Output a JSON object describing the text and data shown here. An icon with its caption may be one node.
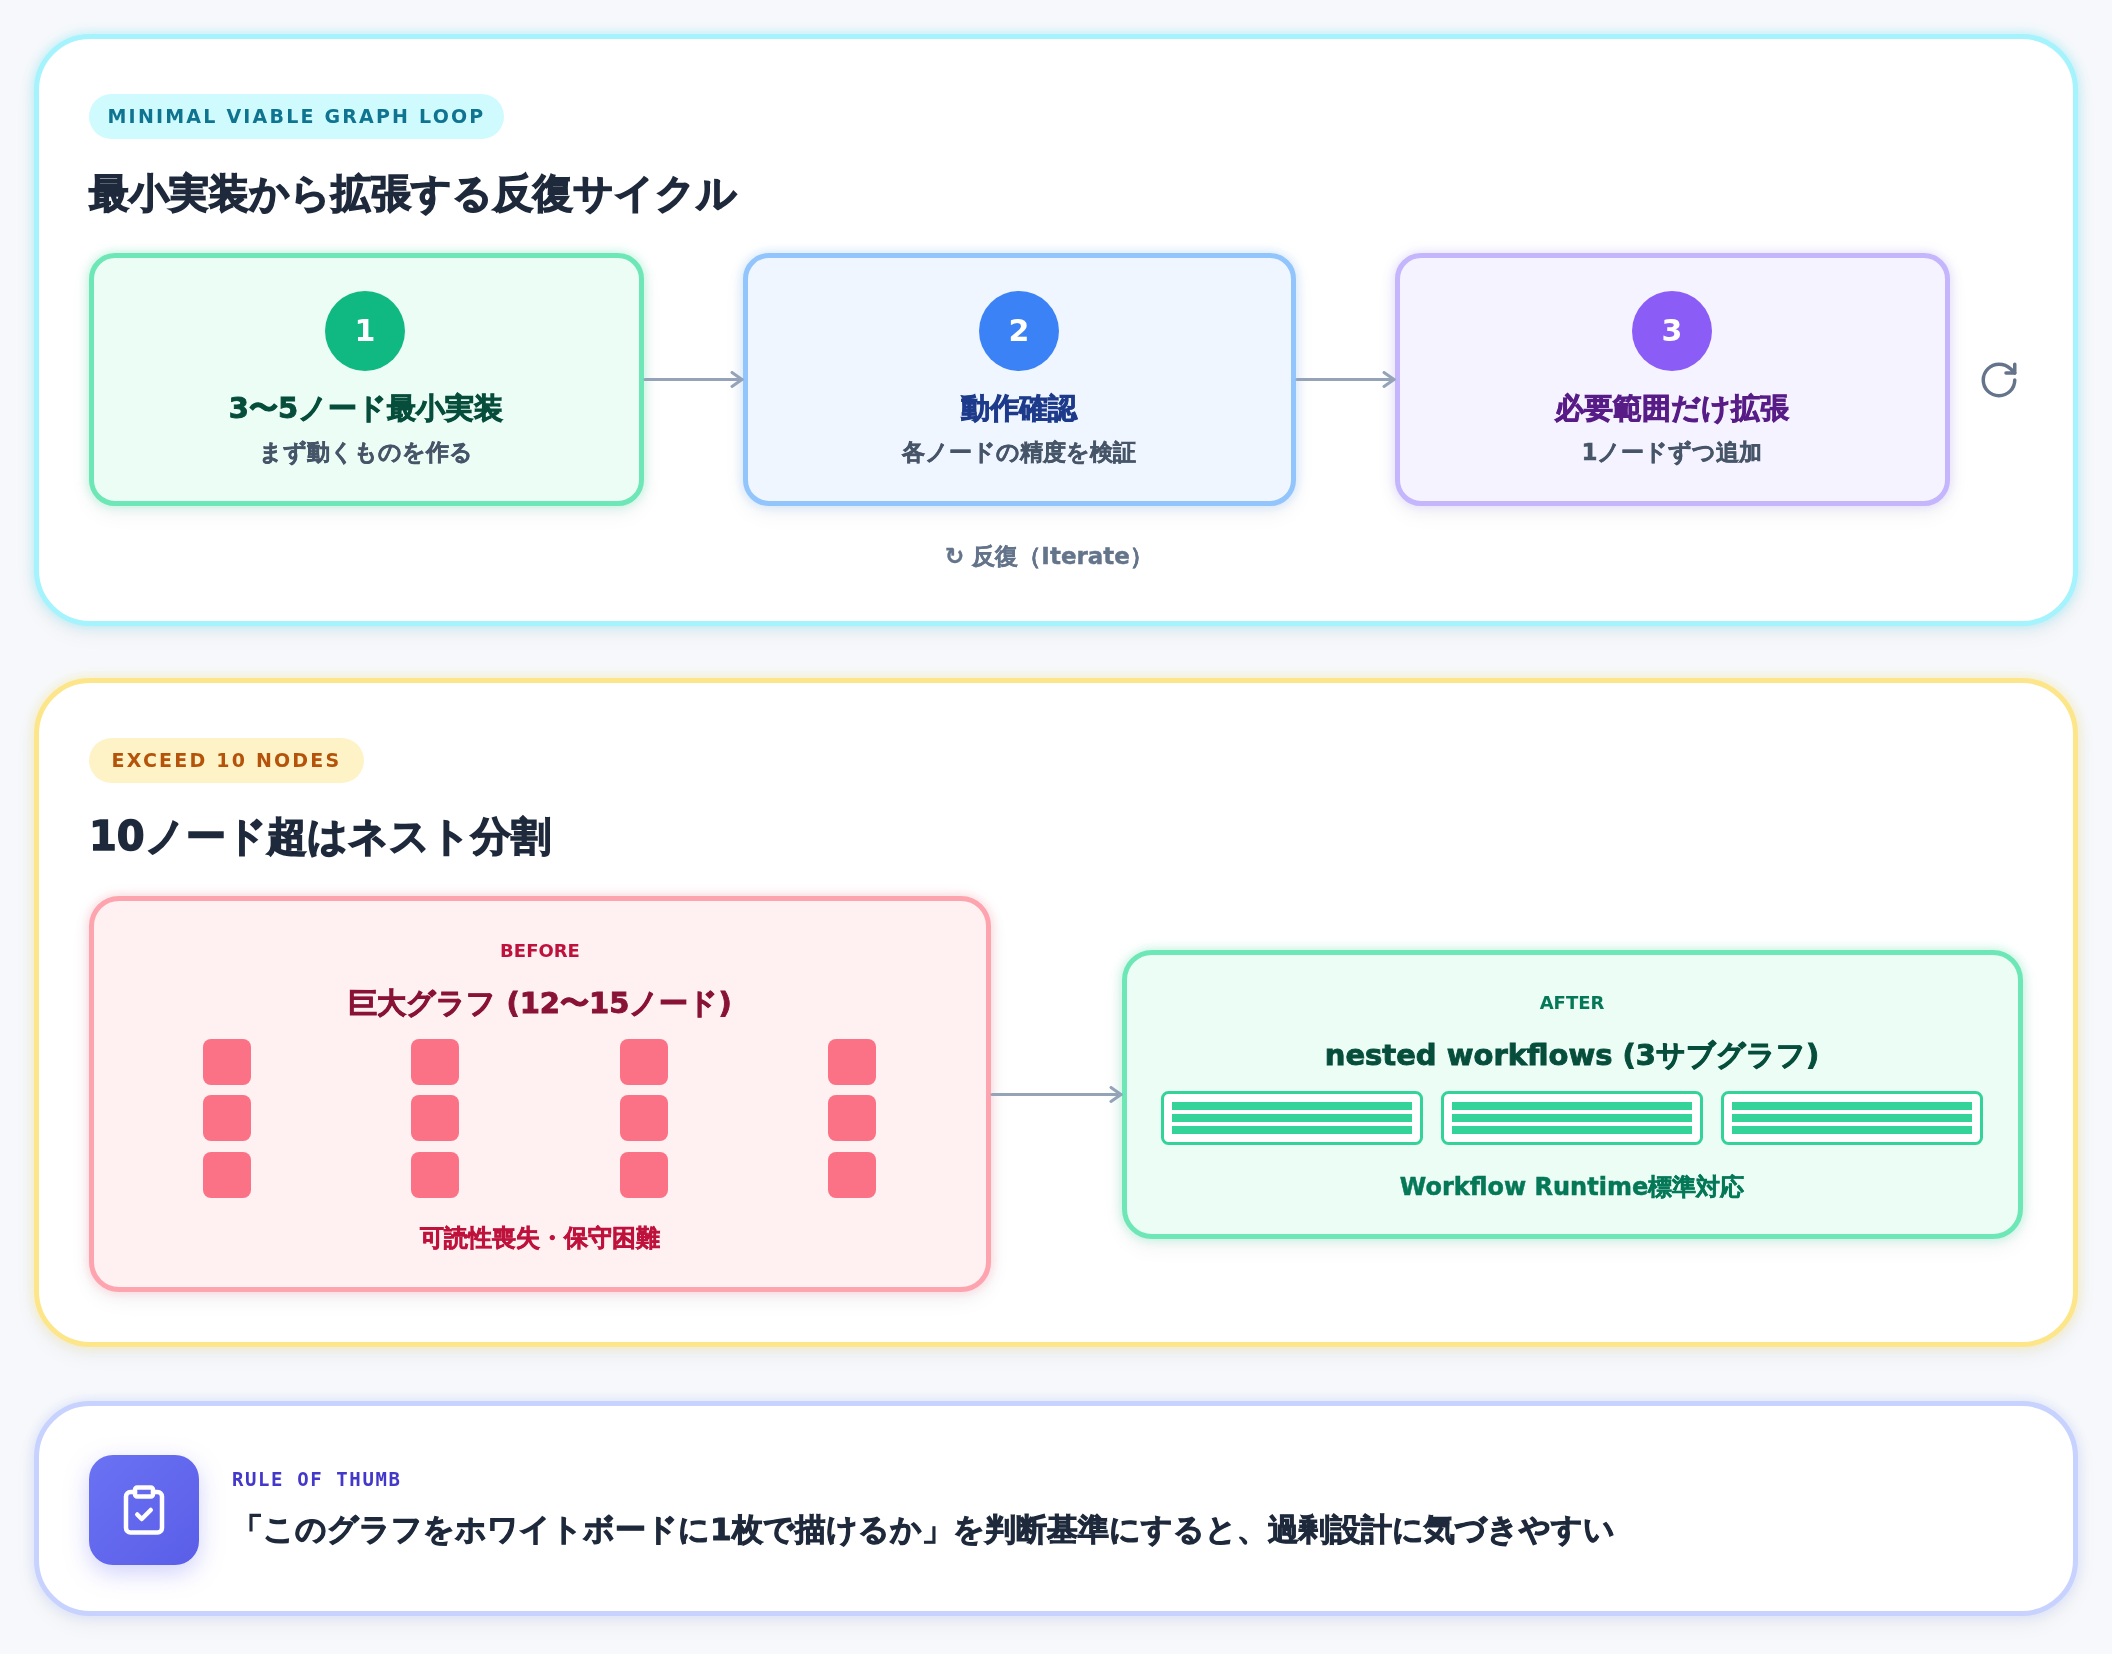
{
  "diagram": {
    "nodes": [
      {
        "text": [
          "最小実装から拡張する反復サイクル",
          "↻ 反復（Iterate）"
        ]
      },
      {
        "text": [
          "MINIMAL VIABLE GRAPH LOOP"
        ],
        "in": 0
      },
      {
        "text": [
          "3〜5ノード最小実装",
          "まず動くものを作る"
        ],
        "in": 0
      },
      {
        "text": [
          "1"
        ],
        "in": 2
      },
      {
        "text": [
          "動作確認",
          "各ノードの精度を検証"
        ],
        "in": 0
      },
      {
        "text": [
          "2"
        ],
        "in": 4
      },
      {
        "text": [
          "必要範囲だけ拡張",
          "1ノードずつ追加"
        ],
        "in": 0
      },
      {
        "text": [
          "3"
        ],
        "in": 6
      },
      {
        "text": [
          "10ノード超はネスト分割"
        ]
      },
      {
        "text": [
          "EXCEED 10 NODES"
        ],
        "in": 8
      },
      {
        "text": [
          "BEFORE",
          "巨大グラフ (12〜15ノード)",
          "可読性喪失・保守困難"
        ],
        "in": 8
      },
      {
        "text": [
          "AFTER",
          "nested workflows (3サブグラフ)",
          "Workflow Runtime標準対応"
        ],
        "in": 8
      },
      {
        "text": [
          "RULE OF THUMB",
          "「このグラフをホワイトボードに1枚で描けるか」を判断基準にすると、過剰設計に気づきやすい"
        ]
      }
    ],
    "edges": [
      {
        "from": 2,
        "to": 4,
        "arrow": "to"
      },
      {
        "from": 4,
        "to": 6,
        "arrow": "to"
      },
      {
        "from": 10,
        "to": 11,
        "arrow": "to"
      }
    ]
  }
}
